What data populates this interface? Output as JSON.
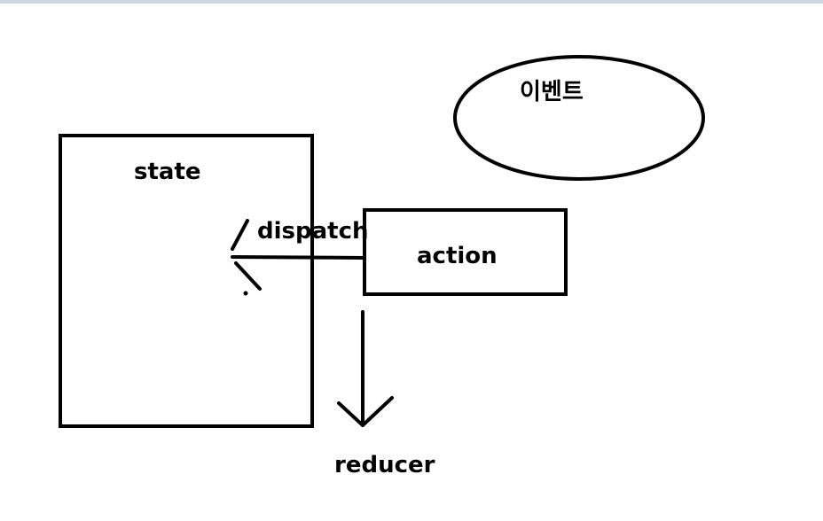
{
  "diagram": {
    "nodes": {
      "state": {
        "label": "state"
      },
      "action": {
        "label": "action"
      },
      "event": {
        "label": "이벤트"
      }
    },
    "edges": {
      "dispatch": {
        "label": "dispatch",
        "from": "action",
        "to": "state"
      },
      "reducer": {
        "label": "reducer",
        "from": "action"
      }
    },
    "colors": {
      "stroke": "#000000",
      "background": "#ffffff",
      "top_strip": "#cdd6e3"
    }
  }
}
